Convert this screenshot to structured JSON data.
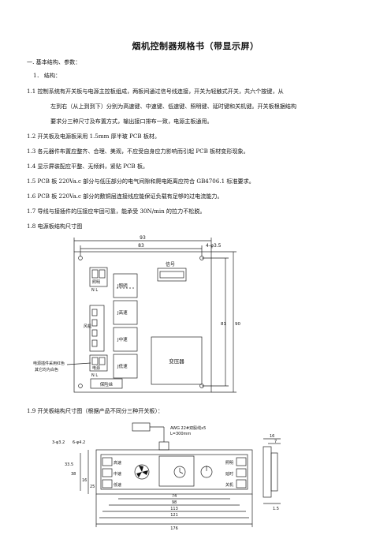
{
  "doc": {
    "title": "烟机控制器规格书（带显示屏）",
    "lines": [
      "一. 基本结构、参数：",
      "1．  结构：",
      "1.1 控制系统有开关板与电源主控板组成，两板间通过信号线连接，开关为轻触式开关，共六个按键，从",
      "左到右（从上到到下）分别为高速键、中速键、低速键、照明键、延时键和关机键。开关板根据结构",
      "要求分三种尺寸及布置方式，输出接口排布一致，电源主板通用。",
      "1.2 开关板及电源板采用 1.5mm 厚半玻 PCB 板材。",
      "1.3 各元器件布置应整齐、合理、美观，不应受自身应力影响而引起 PCB 板材变形现象。",
      "1.4 显示屏装配应平整、无倾斜，紧贴 PCB 板。",
      "1.5 PCB 板 220Va.c 部分与低压部分的电气间隙和爬电距离应符合 GB4706.1 标准要求。",
      "1.6 PCB 板 220Va.c 部分的敷铜层连接线应能保证负载有足够的过电流能力。",
      "1.7 导线与接插件的压接应牢固可靠，能承受 30N/min 的拉力不松脱。",
      "1.8 电源板结构尺寸图",
      "1.9 开关板结构尺寸图（根据产品不同分三种开关板）："
    ]
  },
  "fig1": {
    "dim_93": "93",
    "dim_83": "83",
    "dim_hole": "4-φ3.5",
    "dim_81": "81",
    "dim_90": "90",
    "signal_label": "信号",
    "left_connector_top": "照明",
    "left_connector_top_pins": "N    L",
    "left_side_label": "风机",
    "bottom_left_connector": "电源",
    "bottom_left_pins": "N    L",
    "relays": [
      "J照明",
      "J高速",
      "J中速",
      "J低速"
    ],
    "transformer": "变压器",
    "fuse": "保险丝",
    "note_line1": "电源插件采用红色",
    "note_line2": "其它均为白色"
  },
  "fig2": {
    "cable_label1": "AWG 22#双股线x5",
    "cable_label2": "L=300mm",
    "dim_left1": "3-φ3.2",
    "dim_left2": "6-φ4.2",
    "dims_bottom": [
      "74",
      "98",
      "113",
      "121",
      "176"
    ],
    "dims_left_vert": [
      "33.5",
      "38",
      "16",
      "25"
    ],
    "left_keys": [
      "高速",
      "中速",
      "低速"
    ],
    "right_keys": [
      "照明",
      "延时",
      "关机"
    ],
    "side_dims": [
      "16",
      "7",
      "1.5"
    ]
  }
}
